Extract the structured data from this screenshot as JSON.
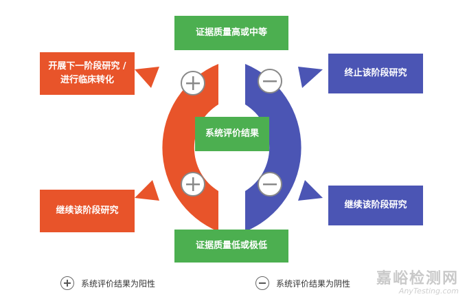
{
  "center": {
    "label": "系统评价结果"
  },
  "top_box": {
    "label": "证据质量高或中等"
  },
  "bottom_box": {
    "label": "证据质量低或极低"
  },
  "left_top_box": {
    "line1": "开展下一阶段研究 /",
    "line2": "进行临床转化"
  },
  "left_bottom_box": {
    "label": "继续该阶段研究"
  },
  "right_top_box": {
    "label": "终止该阶段研究"
  },
  "right_bottom_box": {
    "label": "继续该阶段研究"
  },
  "legend": {
    "positive": {
      "icon": "plus-circle-icon",
      "label": "系统评价结果为阳性"
    },
    "negative": {
      "icon": "minus-circle-icon",
      "label": "系统评价结果为阴性"
    }
  },
  "watermark": {
    "cn": "嘉峪检测网",
    "en": "AnyTesting.com"
  },
  "colors": {
    "orange": "#e8542a",
    "blue": "#4b55b4",
    "green": "#4caf50"
  }
}
